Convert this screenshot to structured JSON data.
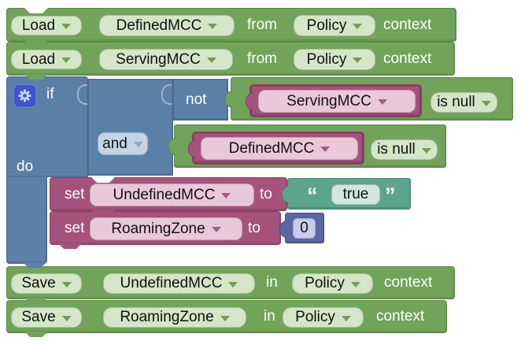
{
  "labels": {
    "from": "from",
    "in": "in",
    "context": "context",
    "if": "if",
    "do": "do",
    "not": "not",
    "and": "and",
    "set": "set",
    "to": "to"
  },
  "blocks": {
    "load1": {
      "action": "Load",
      "variable": "DefinedMCC",
      "context": "Policy"
    },
    "load2": {
      "action": "Load",
      "variable": "ServingMCC",
      "context": "Policy"
    },
    "condition1": {
      "variable": "ServingMCC",
      "check": "is null"
    },
    "condition2": {
      "variable": "DefinedMCC",
      "check": "is null"
    },
    "set1": {
      "variable": "UndefinedMCC",
      "value": "true",
      "open_quote": "“",
      "close_quote": "”"
    },
    "set2": {
      "variable": "RoamingZone",
      "value": "0"
    },
    "save1": {
      "action": "Save",
      "variable": "UndefinedMCC",
      "context": "Policy"
    },
    "save2": {
      "action": "Save",
      "variable": "RoamingZone",
      "context": "Policy"
    }
  },
  "colors": {
    "statement_green": "#71a45a",
    "logic_blue": "#5b80a5",
    "variable_pink": "#a5527d",
    "string_teal": "#5ba58c",
    "number_blue": "#5b67a5",
    "field_light_green": "#d3e6c8",
    "field_light_pink": "#e9c8da",
    "field_light_blue": "#c3d4e4",
    "field_light_teal": "#cfe7dc",
    "field_light_lavender": "#c7cde8",
    "gear_badge_blue": "#3f55cf"
  }
}
